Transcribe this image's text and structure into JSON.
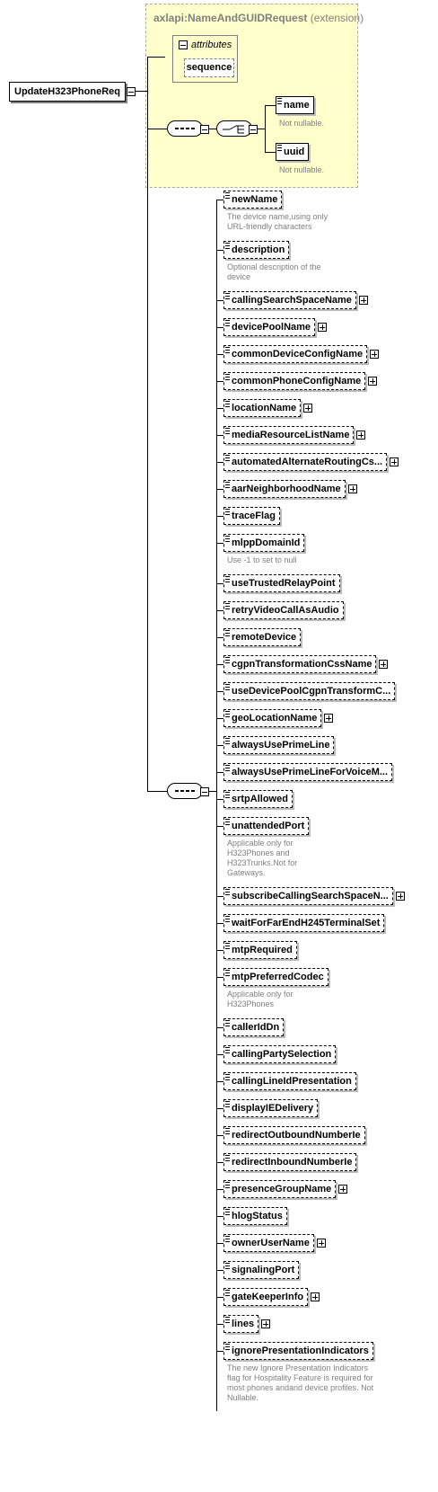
{
  "root": {
    "label": "UpdateH323PhoneReq"
  },
  "extension": {
    "type_name": "axlapi:NameAndGUIDRequest",
    "suffix": " (extension)",
    "attributes_label": "attributes",
    "sequence_label": "sequence",
    "choice_items": [
      {
        "label": "name",
        "doc": "Not nullable."
      },
      {
        "label": "uuid",
        "doc": "Not nullable."
      }
    ]
  },
  "elements": [
    {
      "label": "newName",
      "doc": [
        "The device name,using only",
        "URL-friendly characters"
      ]
    },
    {
      "label": "description",
      "doc": [
        "Optional description of the",
        "device"
      ]
    },
    {
      "label": "callingSearchSpaceName",
      "expandable": true
    },
    {
      "label": "devicePoolName",
      "expandable": true
    },
    {
      "label": "commonDeviceConfigName",
      "expandable": true
    },
    {
      "label": "commonPhoneConfigName",
      "expandable": true
    },
    {
      "label": "locationName",
      "expandable": true
    },
    {
      "label": "mediaResourceListName",
      "expandable": true
    },
    {
      "label": "automatedAlternateRoutingCs...",
      "expandable": true
    },
    {
      "label": "aarNeighborhoodName",
      "expandable": true
    },
    {
      "label": "traceFlag"
    },
    {
      "label": "mlppDomainId",
      "doc": [
        "Use -1 to set to null"
      ]
    },
    {
      "label": "useTrustedRelayPoint"
    },
    {
      "label": "retryVideoCallAsAudio"
    },
    {
      "label": "remoteDevice"
    },
    {
      "label": "cgpnTransformationCssName",
      "expandable": true
    },
    {
      "label": "useDevicePoolCgpnTransformC..."
    },
    {
      "label": "geoLocationName",
      "expandable": true
    },
    {
      "label": "alwaysUsePrimeLine"
    },
    {
      "label": "alwaysUsePrimeLineForVoiceM..."
    },
    {
      "label": "srtpAllowed"
    },
    {
      "label": "unattendedPort",
      "doc": [
        "Applicable only for",
        "H323Phones and",
        "H323Trunks.Not for",
        "Gateways."
      ]
    },
    {
      "label": "subscribeCallingSearchSpaceN...",
      "expandable": true
    },
    {
      "label": "waitForFarEndH245TerminalSet"
    },
    {
      "label": "mtpRequired"
    },
    {
      "label": "mtpPreferredCodec",
      "doc": [
        "Applicable only for",
        "H323Phones"
      ]
    },
    {
      "label": "callerIdDn"
    },
    {
      "label": "callingPartySelection"
    },
    {
      "label": "callingLineIdPresentation"
    },
    {
      "label": "displayIEDelivery"
    },
    {
      "label": "redirectOutboundNumberIe"
    },
    {
      "label": "redirectInboundNumberIe"
    },
    {
      "label": "presenceGroupName",
      "expandable": true
    },
    {
      "label": "hlogStatus"
    },
    {
      "label": "ownerUserName",
      "expandable": true
    },
    {
      "label": "signalingPort"
    },
    {
      "label": "gateKeeperInfo",
      "expandable": true
    },
    {
      "label": "lines",
      "expandable": true
    },
    {
      "label": "ignorePresentationIndicators",
      "doc": [
        "The new Ignore Presentation Indicators",
        "flag for Hospitality Feature is required for",
        "most phones andand device profiles. Not",
        "Nullable."
      ]
    }
  ]
}
